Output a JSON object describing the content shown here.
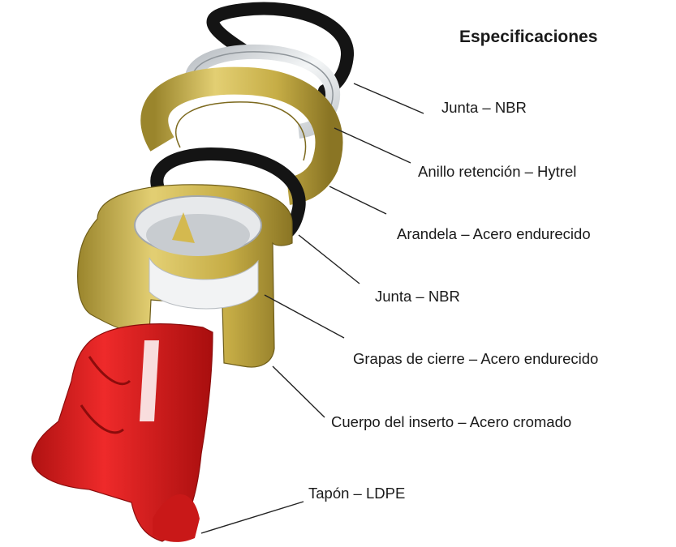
{
  "title": "Especificaciones",
  "labels": [
    {
      "text": "Junta – NBR",
      "target": "top-seal"
    },
    {
      "text": "Anillo retención – Hytrel",
      "target": "retaining-ring"
    },
    {
      "text": "Arandela – Acero endurecido",
      "target": "washer"
    },
    {
      "text": "Junta – NBR",
      "target": "lower-seal"
    },
    {
      "text": "Grapas de cierre – Acero endurecido",
      "target": "locking-clamps"
    },
    {
      "text": "Cuerpo del inserto – Acero cromado",
      "target": "insert-body"
    },
    {
      "text": "Tapón – LDPE",
      "target": "cap"
    }
  ],
  "colors": {
    "seal": "#141414",
    "ring": "#d9dde0",
    "brass": "#c9b04a",
    "brass_dark": "#8f7a23",
    "cap": "#e01d1d",
    "cap_dark": "#a50f0f",
    "leader": "#222222"
  }
}
